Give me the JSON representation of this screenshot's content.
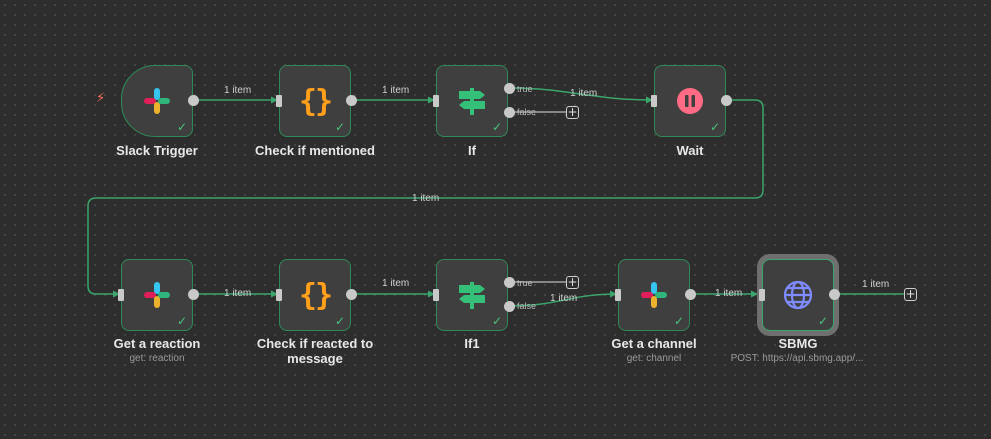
{
  "nodes": {
    "slack_trigger": {
      "label": "Slack Trigger"
    },
    "check_if_mentioned": {
      "label": "Check if mentioned"
    },
    "if_node": {
      "label": "If"
    },
    "wait": {
      "label": "Wait"
    },
    "get_reaction": {
      "label": "Get a reaction",
      "sublabel": "get: reaction"
    },
    "check_if_reacted": {
      "label": "Check if reacted to message"
    },
    "if1": {
      "label": "If1"
    },
    "get_channel": {
      "label": "Get a channel",
      "sublabel": "get: channel"
    },
    "sbmg": {
      "label": "SBMG",
      "sublabel": "POST: https://api.sbmg.app/..."
    }
  },
  "edges": {
    "trigger_to_check": "1 item",
    "check_to_if": "1 item",
    "if_true_to_wait": "1 item",
    "wait_to_reaction": "1 item",
    "reaction_to_check": "1 item",
    "check_to_if1": "1 item",
    "if1_false_to_channel": "1 item",
    "channel_to_sbmg": "1 item",
    "sbmg_out": "1 item"
  },
  "branches": {
    "true_label": "true",
    "false_label": "false",
    "add_symbol": "+"
  },
  "colors": {
    "canvas": "#2d2d2d",
    "node_fill": "#3f3f3f",
    "node_border": "#2f8a57",
    "edge": "#3aa66c",
    "check": "#4bc27c",
    "trigger_bolt": "#ff6d5a",
    "code_icon": "#ff9f1c",
    "wait_icon": "#ff6b85",
    "if_icon": "#35c07a",
    "http_icon": "#7f8cff"
  },
  "icons": {
    "slack": "slack-icon",
    "code": "curly-braces-icon",
    "if": "signpost-icon",
    "wait": "pause-icon",
    "http": "globe-icon",
    "trigger": "lightning-bolt-icon",
    "success": "checkmark-icon"
  }
}
